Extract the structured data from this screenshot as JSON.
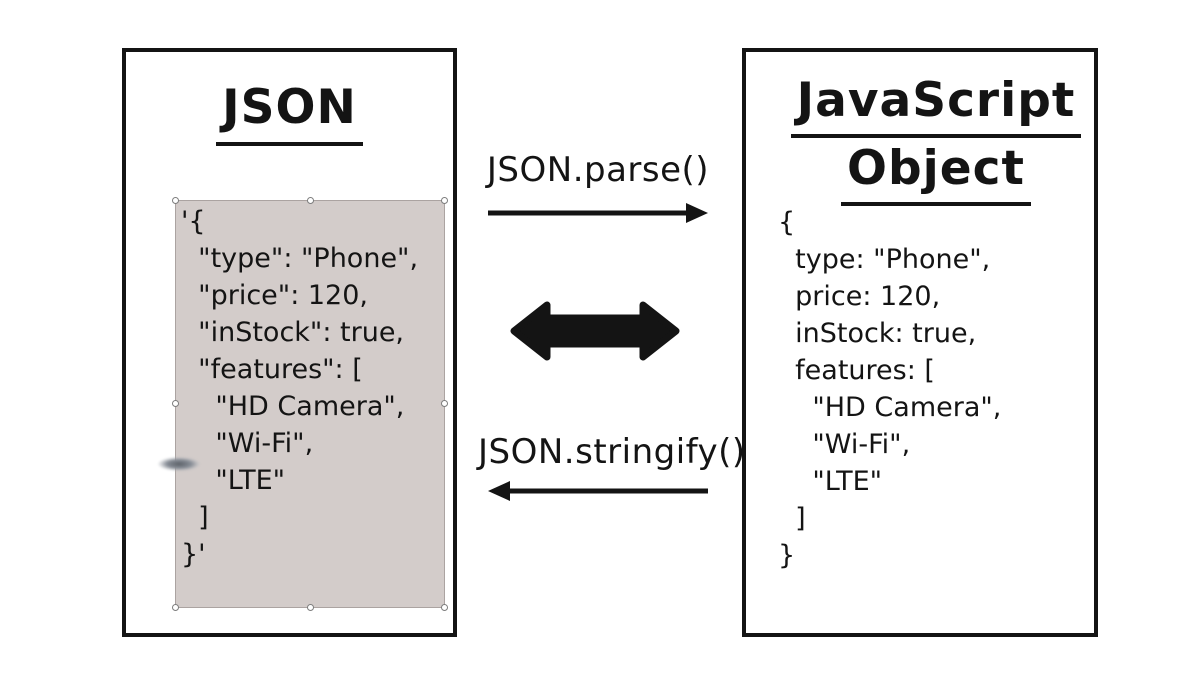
{
  "left_panel": {
    "title": "JSON",
    "code_lines": [
      "'{",
      "  \"type\": \"Phone\",",
      "  \"price\": 120,",
      "  \"inStock\": true,",
      "  \"features\": [",
      "    \"HD Camera\",",
      "    \"Wi-Fi\",",
      "    \"LTE\"",
      "  ]",
      "}'"
    ]
  },
  "right_panel": {
    "title_line1": "JavaScript",
    "title_line2": "Object",
    "code_lines": [
      "{",
      "  type: \"Phone\",",
      "  price: 120,",
      "  inStock: true,",
      "  features: [",
      "    \"HD Camera\",",
      "    \"Wi-Fi\",",
      "    \"LTE\"",
      "  ]",
      "}"
    ]
  },
  "center": {
    "parse_label": "JSON.parse()",
    "stringify_label": "JSON.stringify()"
  },
  "icons": {
    "parse_arrow": "right-arrow-icon",
    "stringify_arrow": "left-arrow-icon",
    "convert_arrow": "double-headed-arrow-icon"
  },
  "colors": {
    "ink": "#141414",
    "background": "#ffffff",
    "selection_fill": "#d3ccca",
    "selection_outline": "#aba3a1",
    "handle_fill": "#ffffff",
    "handle_border": "#7d7d7d"
  }
}
